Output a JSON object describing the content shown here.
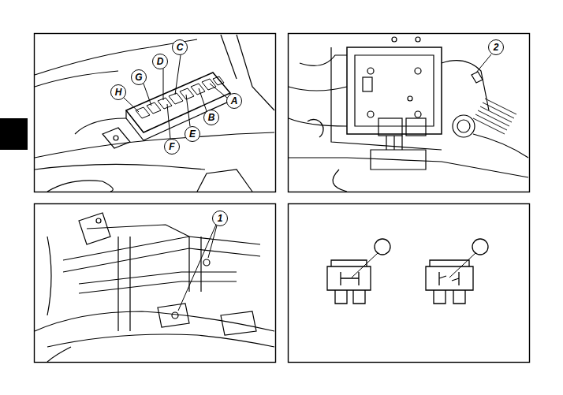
{
  "diagram": {
    "labels": [
      "H",
      "G",
      "D",
      "C",
      "A",
      "B",
      "E",
      "F",
      "2",
      "1"
    ]
  }
}
